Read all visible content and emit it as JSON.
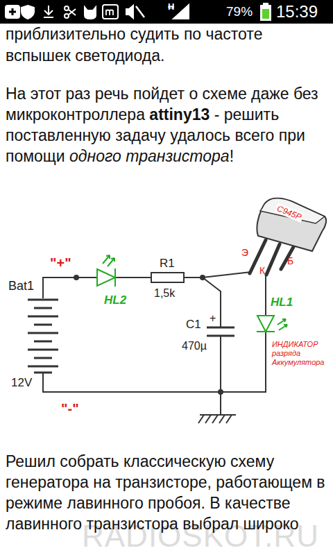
{
  "diagram": {
    "labels": [
      "79%",
      "H",
      "15:39",
      "приблизительно судить по частоте вспышек светодиода.",
      "На этот раз речь пойдет о схеме даже без микроконтроллера",
      "attiny13",
      "- решить поставленную задачу удалось всего при помощи",
      "одного транзистора",
      "!",
      "Bat1",
      "\"+\"",
      "12V",
      "\"-\"",
      "HL2",
      "R1",
      "1,5k",
      "C1",
      "+",
      "470µ",
      "C945P",
      "Э",
      "К",
      "Б",
      "HL1",
      "ИНДИКАТОР разряда Аккумулятора",
      "Решил собрать классическую схему генератора на транзисторе, работающем в режиме лавинного пробоя. В качестве лавинного транзистора выбрал широко",
      "RADIOSKOT.RU"
    ]
  }
}
